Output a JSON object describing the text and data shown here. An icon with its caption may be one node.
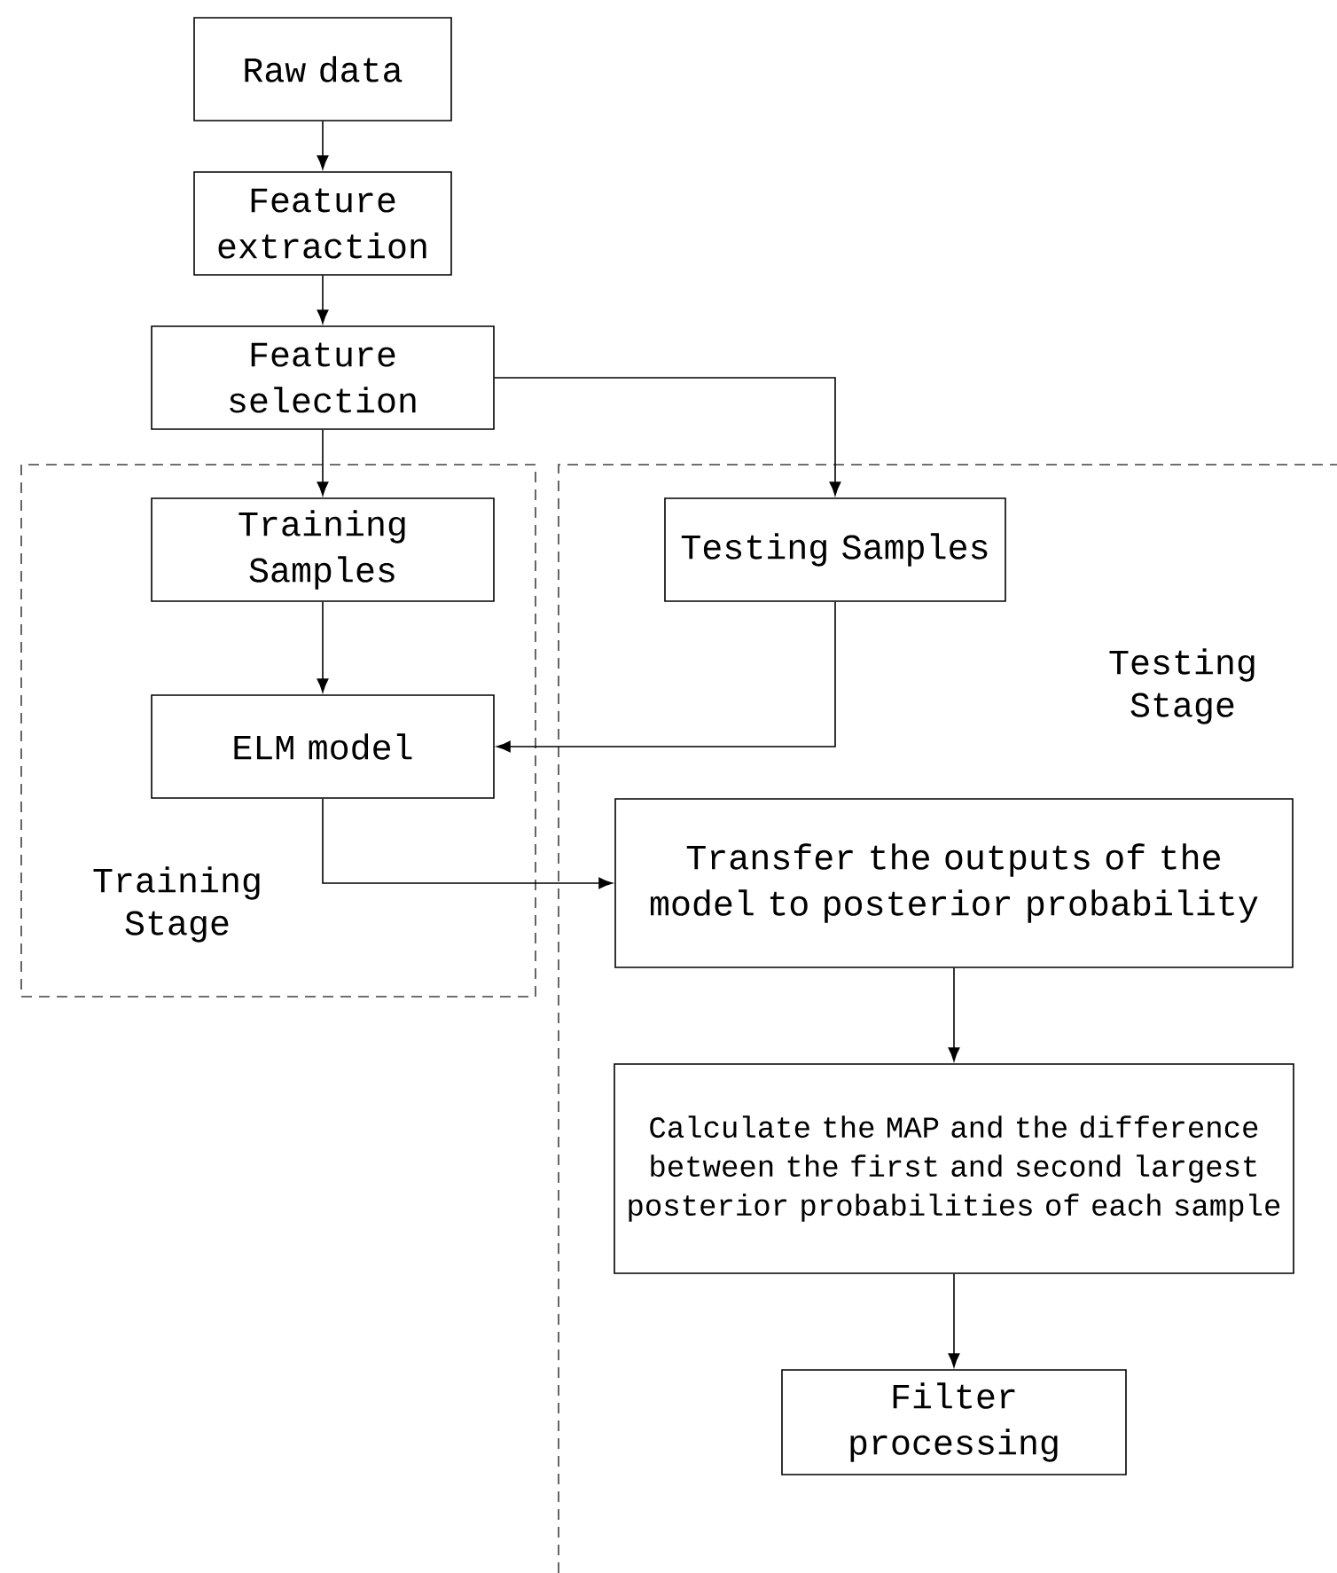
{
  "diagram": {
    "nodes": [
      {
        "text": [
          "Raw data"
        ]
      },
      {
        "text": [
          "Feature extraction"
        ]
      },
      {
        "text": [
          "Feature selection"
        ]
      },
      {
        "text": [
          "Training Stage"
        ]
      },
      {
        "text": [
          "Testing Stage"
        ]
      },
      {
        "text": [
          "Training Samples"
        ],
        "in": 3
      },
      {
        "text": [
          "ELM model"
        ],
        "in": 3
      },
      {
        "text": [
          "Testing Samples"
        ],
        "in": 4
      },
      {
        "text": [
          "Transfer the outputs of the model to posterior probability"
        ],
        "in": 4
      },
      {
        "text": [
          "Calculate the MAP and the difference between the first and second largest posterior probabilities of each sample"
        ],
        "in": 4
      },
      {
        "text": [
          "Filter processing"
        ],
        "in": 4
      }
    ],
    "edges": [
      {
        "from": 0,
        "to": 1,
        "arrow": "to"
      },
      {
        "from": 1,
        "to": 2,
        "arrow": "to"
      },
      {
        "from": 2,
        "to": 5,
        "arrow": "to"
      },
      {
        "from": 2,
        "to": 7,
        "arrow": "to"
      },
      {
        "from": 5,
        "to": 6,
        "arrow": "to"
      },
      {
        "from": 7,
        "to": 6,
        "arrow": "to"
      },
      {
        "from": 6,
        "to": 8,
        "arrow": "to"
      },
      {
        "from": 8,
        "to": 9,
        "arrow": "to"
      },
      {
        "from": 9,
        "to": 10,
        "arrow": "to"
      }
    ]
  }
}
